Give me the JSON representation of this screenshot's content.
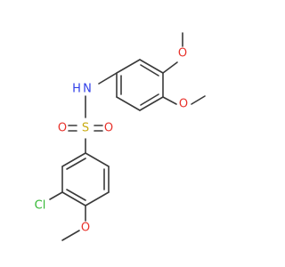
{
  "colors": {
    "bond": "#3a3a3a",
    "oxygen": "#e8322b",
    "nitrogen": "#2f3ee8",
    "sulfur": "#c9ac12",
    "chlorine": "#33b833",
    "background": "#ffffff"
  },
  "atoms": {
    "o_top": "O",
    "o_right": "O",
    "nh": "N",
    "h": "H",
    "s": "S",
    "o_sulfonyl_left": "O",
    "o_sulfonyl_right": "O",
    "cl": "Cl",
    "o_bottom": "O"
  }
}
